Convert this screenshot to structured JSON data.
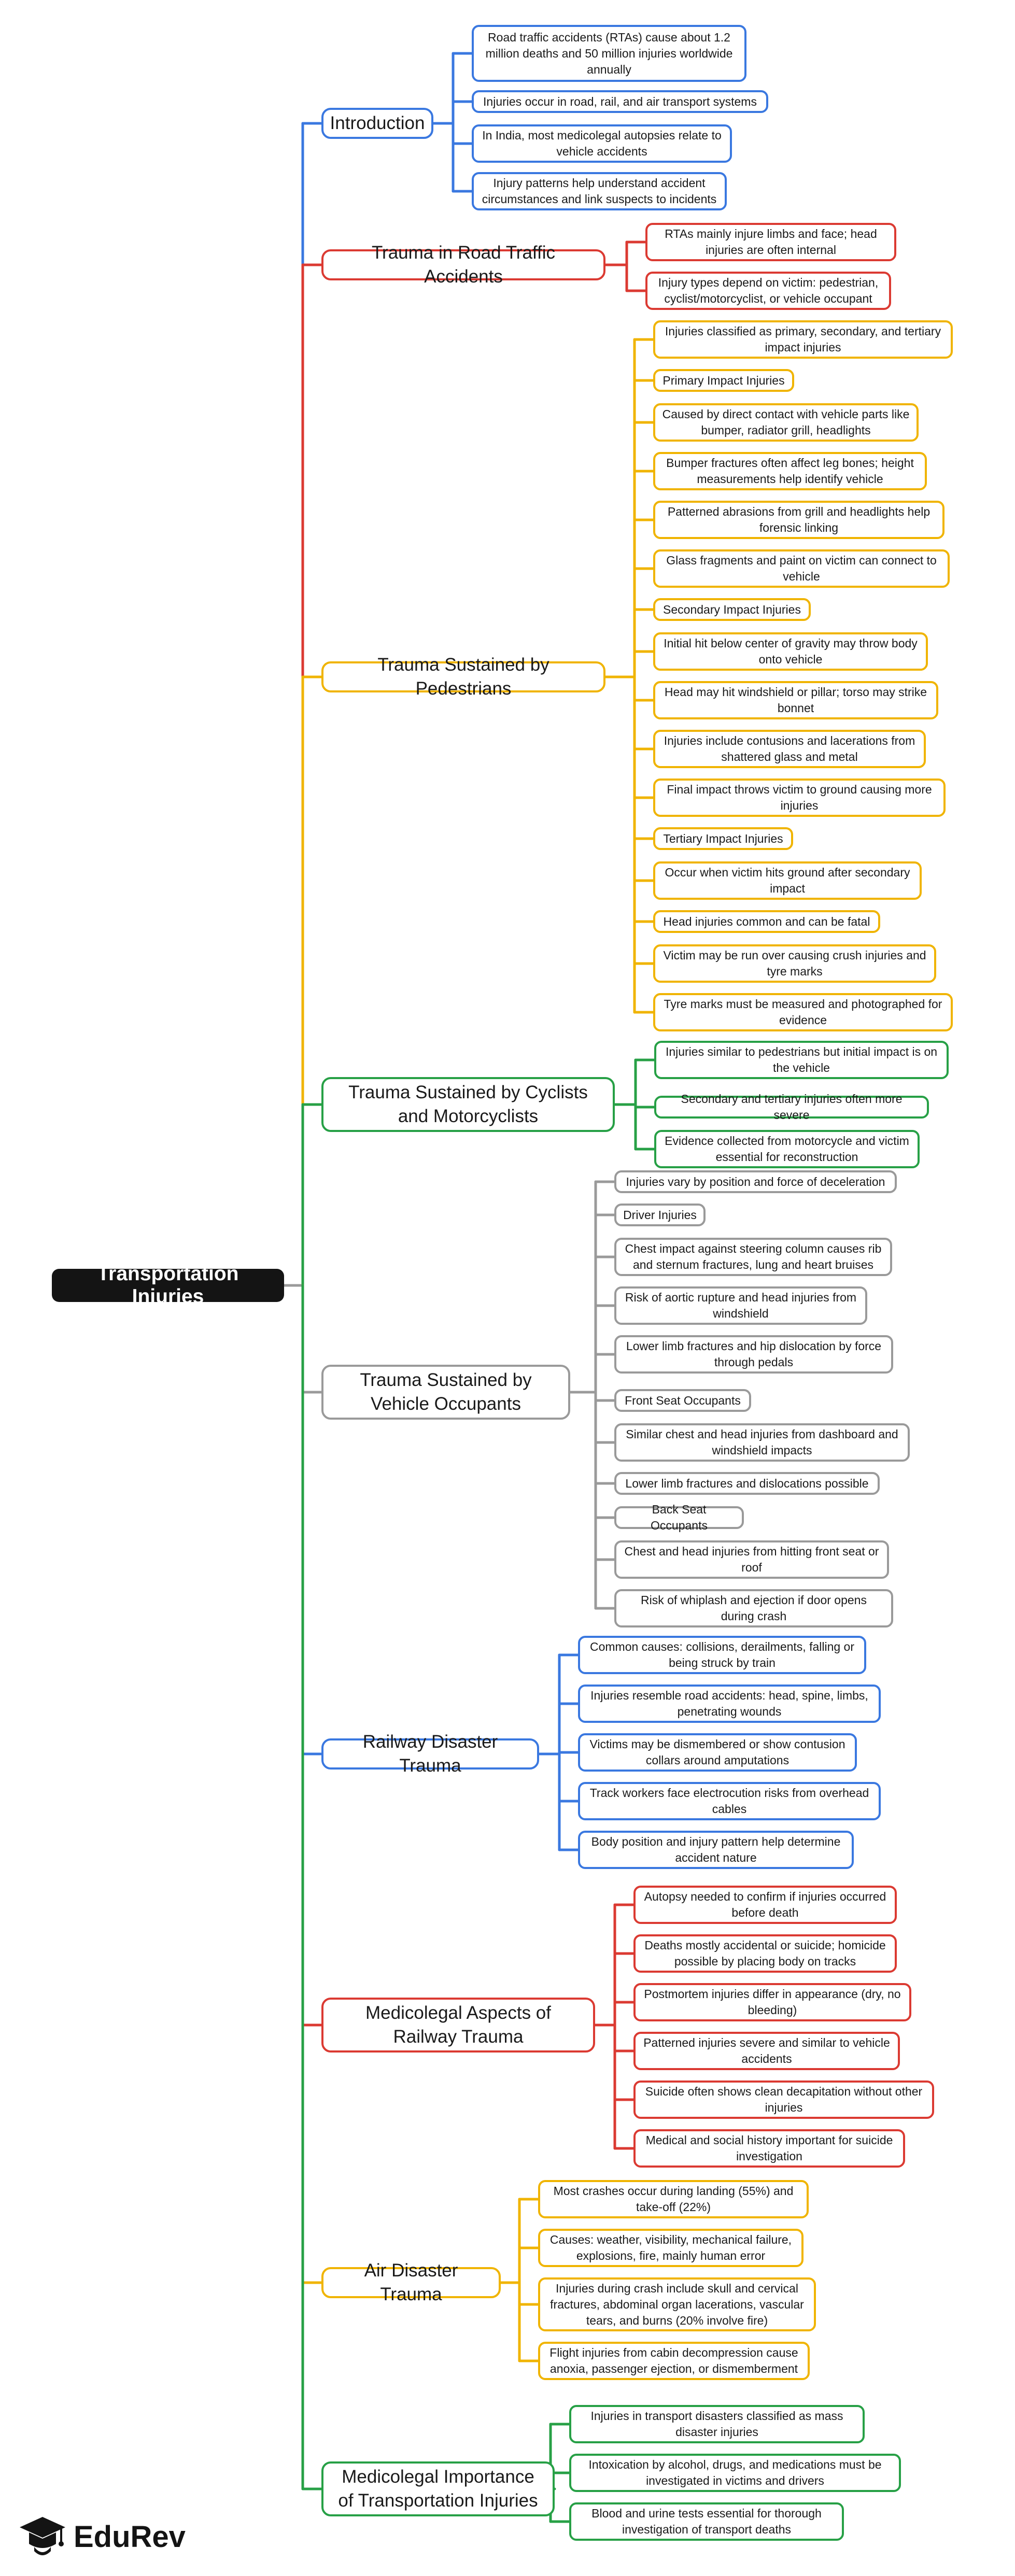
{
  "colors": {
    "blue": "#3a78e0",
    "red": "#db3a32",
    "yellow": "#f0b400",
    "green": "#27a046",
    "gray": "#9a9a9a"
  },
  "root": {
    "label": "Transportation Injuries"
  },
  "topics": [
    {
      "id": "introduction",
      "label": "Introduction",
      "color": "blue",
      "items": [
        "Road traffic accidents (RTAs) cause about 1.2 million deaths and 50 million injuries worldwide annually",
        "Injuries occur in road, rail, and air transport systems",
        "In India, most medicolegal autopsies relate to vehicle accidents",
        "Injury patterns help understand accident circumstances and link suspects to incidents"
      ]
    },
    {
      "id": "road-traffic",
      "label": "Trauma in Road Traffic Accidents",
      "color": "red",
      "items": [
        "RTAs mainly injure limbs and face; head injuries are often internal",
        "Injury types depend on victim: pedestrian, cyclist/motorcyclist, or vehicle occupant"
      ]
    },
    {
      "id": "pedestrians",
      "label": "Trauma Sustained by Pedestrians",
      "color": "yellow",
      "items": [
        "Injuries classified as primary, secondary, and tertiary impact injuries",
        "Primary Impact Injuries",
        "Caused by direct contact with vehicle parts like bumper, radiator grill, headlights",
        "Bumper fractures often affect leg bones; height measurements help identify vehicle",
        "Patterned abrasions from grill and headlights help forensic linking",
        "Glass fragments and paint on victim can connect to vehicle",
        "Secondary Impact Injuries",
        "Initial hit below center of gravity may throw body onto vehicle",
        "Head may hit windshield or pillar; torso may strike bonnet",
        "Injuries include contusions and lacerations from shattered glass and metal",
        "Final impact throws victim to ground causing more injuries",
        "Tertiary Impact Injuries",
        "Occur when victim hits ground after secondary impact",
        "Head injuries common and can be fatal",
        "Victim may be run over causing crush injuries and tyre marks",
        "Tyre marks must be measured and photographed for evidence"
      ]
    },
    {
      "id": "cyclists",
      "label": "Trauma Sustained by Cyclists and Motorcyclists",
      "color": "green",
      "items": [
        "Injuries similar to pedestrians but initial impact is on the vehicle",
        "Secondary and tertiary injuries often more severe",
        "Evidence collected from motorcycle and victim essential for reconstruction"
      ]
    },
    {
      "id": "occupants",
      "label": "Trauma Sustained by Vehicle Occupants",
      "color": "gray",
      "items": [
        "Injuries vary by position and force of deceleration",
        "Driver Injuries",
        "Chest impact against steering column causes rib and sternum fractures, lung and heart bruises",
        "Risk of aortic rupture and head injuries from windshield",
        "Lower limb fractures and hip dislocation by force through pedals",
        "Front Seat Occupants",
        "Similar chest and head injuries from dashboard and windshield impacts",
        "Lower limb fractures and dislocations possible",
        "Back Seat Occupants",
        "Chest and head injuries from hitting front seat or roof",
        "Risk of whiplash and ejection if door opens during crash"
      ]
    },
    {
      "id": "railway",
      "label": "Railway Disaster Trauma",
      "color": "blue",
      "items": [
        "Common causes: collisions, derailments, falling or being struck by train",
        "Injuries resemble road accidents: head, spine, limbs, penetrating wounds",
        "Victims may be dismembered or show contusion collars around amputations",
        "Track workers face electrocution risks from overhead cables",
        "Body position and injury pattern help determine accident nature"
      ]
    },
    {
      "id": "railway-medicolegal",
      "label": "Medicolegal Aspects of Railway Trauma",
      "color": "red",
      "items": [
        "Autopsy needed to confirm if injuries occurred before death",
        "Deaths mostly accidental or suicide; homicide possible by placing body on tracks",
        "Postmortem injuries differ in appearance (dry, no bleeding)",
        "Patterned injuries severe and similar to vehicle accidents",
        "Suicide often shows clean decapitation without other injuries",
        "Medical and social history important for suicide investigation"
      ]
    },
    {
      "id": "air",
      "label": "Air Disaster Trauma",
      "color": "yellow",
      "items": [
        "Most crashes occur during landing (55%) and take-off (22%)",
        "Causes: weather, visibility, mechanical failure, explosions, fire, mainly human error",
        "Injuries during crash include skull and cervical fractures, abdominal organ lacerations, vascular tears, and burns (20% involve fire)",
        "Flight injuries from cabin decompression cause anoxia, passenger ejection, or dismemberment"
      ]
    },
    {
      "id": "importance",
      "label": "Medicolegal Importance of Transportation Injuries",
      "color": "green",
      "items": [
        "Injuries in transport disasters classified as mass disaster injuries",
        "Intoxication by alcohol, drugs, and medications must be investigated in victims and drivers",
        "Blood and urine tests essential for thorough investigation of transport deaths"
      ]
    }
  ],
  "logo": {
    "text": "EduRev"
  }
}
